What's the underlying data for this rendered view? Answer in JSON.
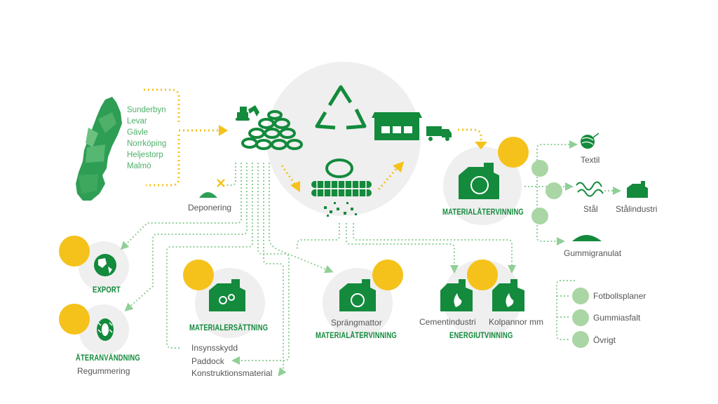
{
  "colors": {
    "green": "#138a3c",
    "light_green": "#a9d6a4",
    "map_green": "#2f9e55",
    "yellow": "#f5c21b",
    "grey_circle": "#efefef",
    "line_green": "#8fcf97",
    "line_yellow": "#f5c21b"
  },
  "sources": {
    "cities": [
      "Sunderbyn",
      "Levar",
      "Gävle",
      "Norrköping",
      "Heljestorp",
      "Malmö"
    ]
  },
  "deponering": "Deponering",
  "export": "EXPORT",
  "ateranvandning": {
    "title": "ÅTERANVÄNDNING",
    "sub": "Regummering"
  },
  "materialersattning": {
    "title": "MATERIALERSÄTTNING",
    "items": [
      "Insynsskydd",
      "Paddock",
      "Konstruktionsmaterial"
    ]
  },
  "materialatervinning_center": {
    "item": "Sprängmattor",
    "title": "MATERIALÅTERVINNING"
  },
  "energiutvinning": {
    "items": [
      "Cementindustri",
      "Kolpannor mm"
    ],
    "title": "ENERGIUTVINNING"
  },
  "materialatervinning_right": {
    "title": "MATERIALÅTERVINNING",
    "textil": "Textil",
    "stal": "Stål",
    "stalindustri": "Stålindustri",
    "gummigranulat": "Gummigranulat",
    "uses": [
      "Fotbollsplaner",
      "Gummiasfalt",
      "Övrigt"
    ]
  },
  "icons": [
    "sweden-map-icon",
    "excavator-icon",
    "tire-pile-icon",
    "recycle-icon",
    "factory-building-icon",
    "truck-icon",
    "shredder-icon",
    "granulate-pile-icon",
    "globe-icon",
    "tire-icon",
    "gear-plant-icon",
    "recycle-plant-icon",
    "flame-plant-icon",
    "yarn-ball-icon",
    "steel-wire-icon",
    "steel-plant-icon"
  ]
}
